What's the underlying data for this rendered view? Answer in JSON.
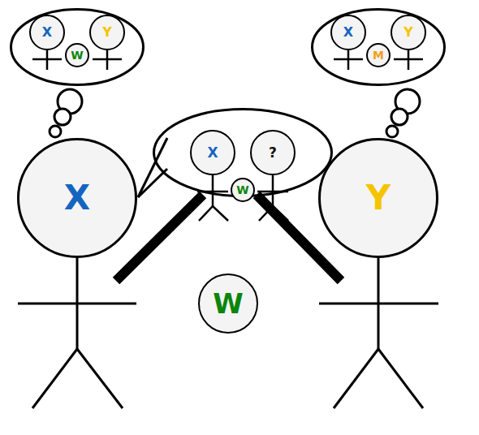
{
  "diagram": {
    "nodes": [
      {
        "text": []
      },
      {
        "text": [
          "X"
        ],
        "in": 0
      },
      {
        "text": [
          "W"
        ],
        "in": 0
      },
      {
        "text": [
          "Y"
        ],
        "in": 0
      },
      {
        "text": []
      },
      {
        "text": [
          "X"
        ],
        "in": 4
      },
      {
        "text": [
          "M"
        ],
        "in": 4
      },
      {
        "text": [
          "Y"
        ],
        "in": 4
      },
      {
        "text": []
      },
      {
        "text": [
          "X"
        ],
        "in": 8
      },
      {
        "text": [
          "?"
        ],
        "in": 8
      },
      {
        "text": [
          "W"
        ],
        "in": 8
      },
      {
        "text": [
          "X"
        ]
      },
      {
        "text": [
          "Y"
        ]
      },
      {
        "text": [
          "W"
        ]
      }
    ],
    "edges": []
  }
}
